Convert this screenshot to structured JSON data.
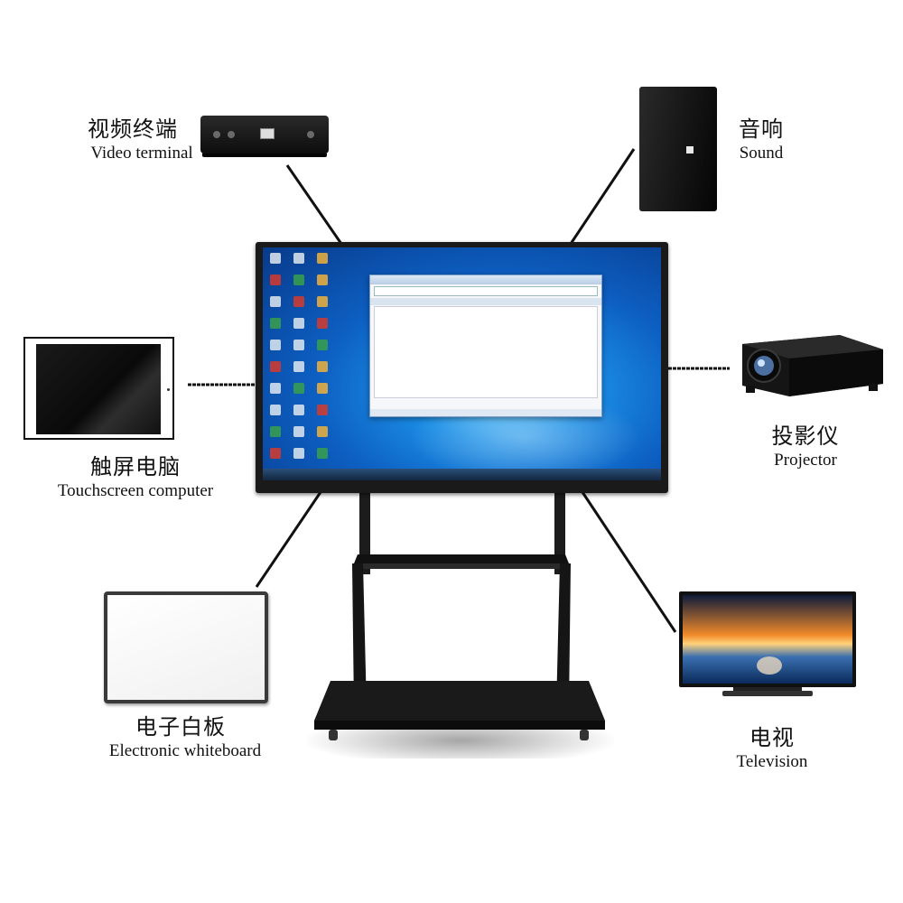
{
  "devices": {
    "video_terminal": {
      "zh": "视频终端",
      "en": "Video terminal"
    },
    "sound": {
      "zh": "音响",
      "en": "Sound"
    },
    "touchscreen_computer": {
      "zh": "触屏电脑",
      "en": "Touchscreen computer"
    },
    "projector": {
      "zh": "投影仪",
      "en": "Projector"
    },
    "electronic_whiteboard": {
      "zh": "电子白板",
      "en": "Electronic whiteboard"
    },
    "television": {
      "zh": "电视",
      "en": "Television"
    }
  },
  "colors": {
    "line": "#111111",
    "device_dark": "#111111",
    "screen_blue": "#1b8fe6"
  },
  "icons": {
    "center": "interactive-display-icon",
    "stand": "mobile-stand-icon"
  }
}
